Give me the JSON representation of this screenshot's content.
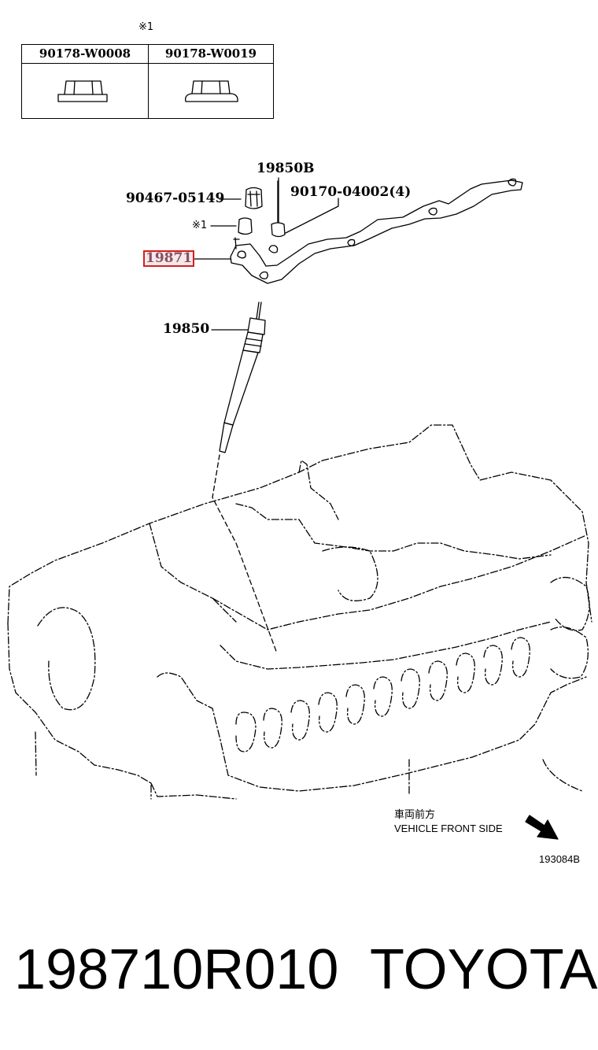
{
  "table": {
    "mark": "※1",
    "columns": [
      "90178-W0008",
      "90178-W0019"
    ]
  },
  "callouts": {
    "c1": "19850B",
    "c2": "90467-05149",
    "c3": "90170-04002(4)",
    "mark": "※1",
    "c4": "19871",
    "c5": "19850"
  },
  "front_note": {
    "jp": "車両前方",
    "en": "VEHICLE FRONT SIDE"
  },
  "diagram_code": "193084B",
  "footer": {
    "part_number": "198710R010",
    "brand": "TOYOTA"
  },
  "colors": {
    "highlight_border": "#d42020",
    "highlight_fill": "#f4e8ea"
  }
}
